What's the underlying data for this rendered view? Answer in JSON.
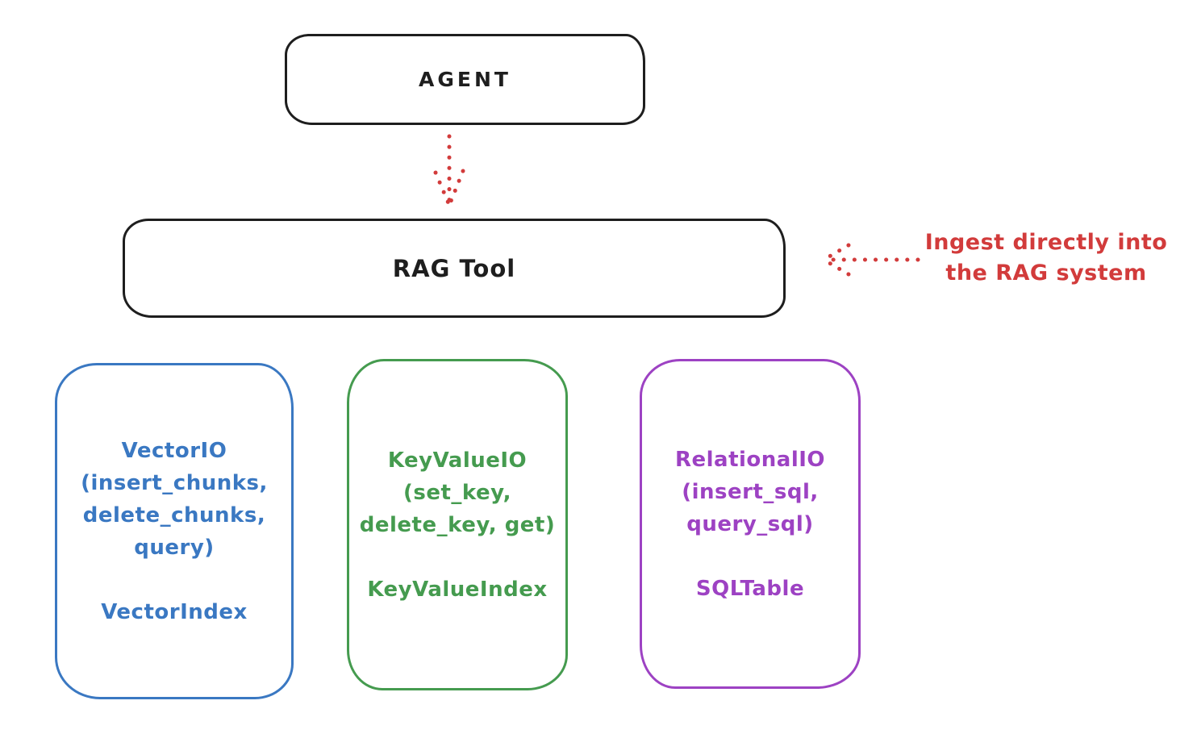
{
  "colors": {
    "ink": "#1e1e1e",
    "red": "#d23b3b",
    "blue": "#3a78c2",
    "green": "#459b4f",
    "purple": "#9d42c3",
    "background": "#ffffff"
  },
  "diagram": {
    "agent_box": {
      "label": "AGENT"
    },
    "rag_tool_box": {
      "label": "RAG Tool"
    },
    "agent_to_rag_arrow": {
      "style": "dotted",
      "direction": "down",
      "color": "#d23b3b"
    },
    "ingest_annotation": {
      "line1": "Ingest directly into",
      "line2": "the RAG system",
      "arrow_direction": "left",
      "color": "#d23b3b"
    },
    "io_boxes": [
      {
        "name": "vector-io",
        "color": "#3a78c2",
        "lines": [
          "VectorIO",
          "(insert_chunks,",
          "delete_chunks,",
          "query)"
        ],
        "index_label": "VectorIndex"
      },
      {
        "name": "keyvalue-io",
        "color": "#459b4f",
        "lines": [
          "KeyValueIO",
          "(set_key,",
          "delete_key, get)"
        ],
        "index_label": "KeyValueIndex"
      },
      {
        "name": "relational-io",
        "color": "#9d42c3",
        "lines": [
          "RelationalIO",
          "(insert_sql,",
          "query_sql)"
        ],
        "index_label": "SQLTable"
      }
    ]
  }
}
